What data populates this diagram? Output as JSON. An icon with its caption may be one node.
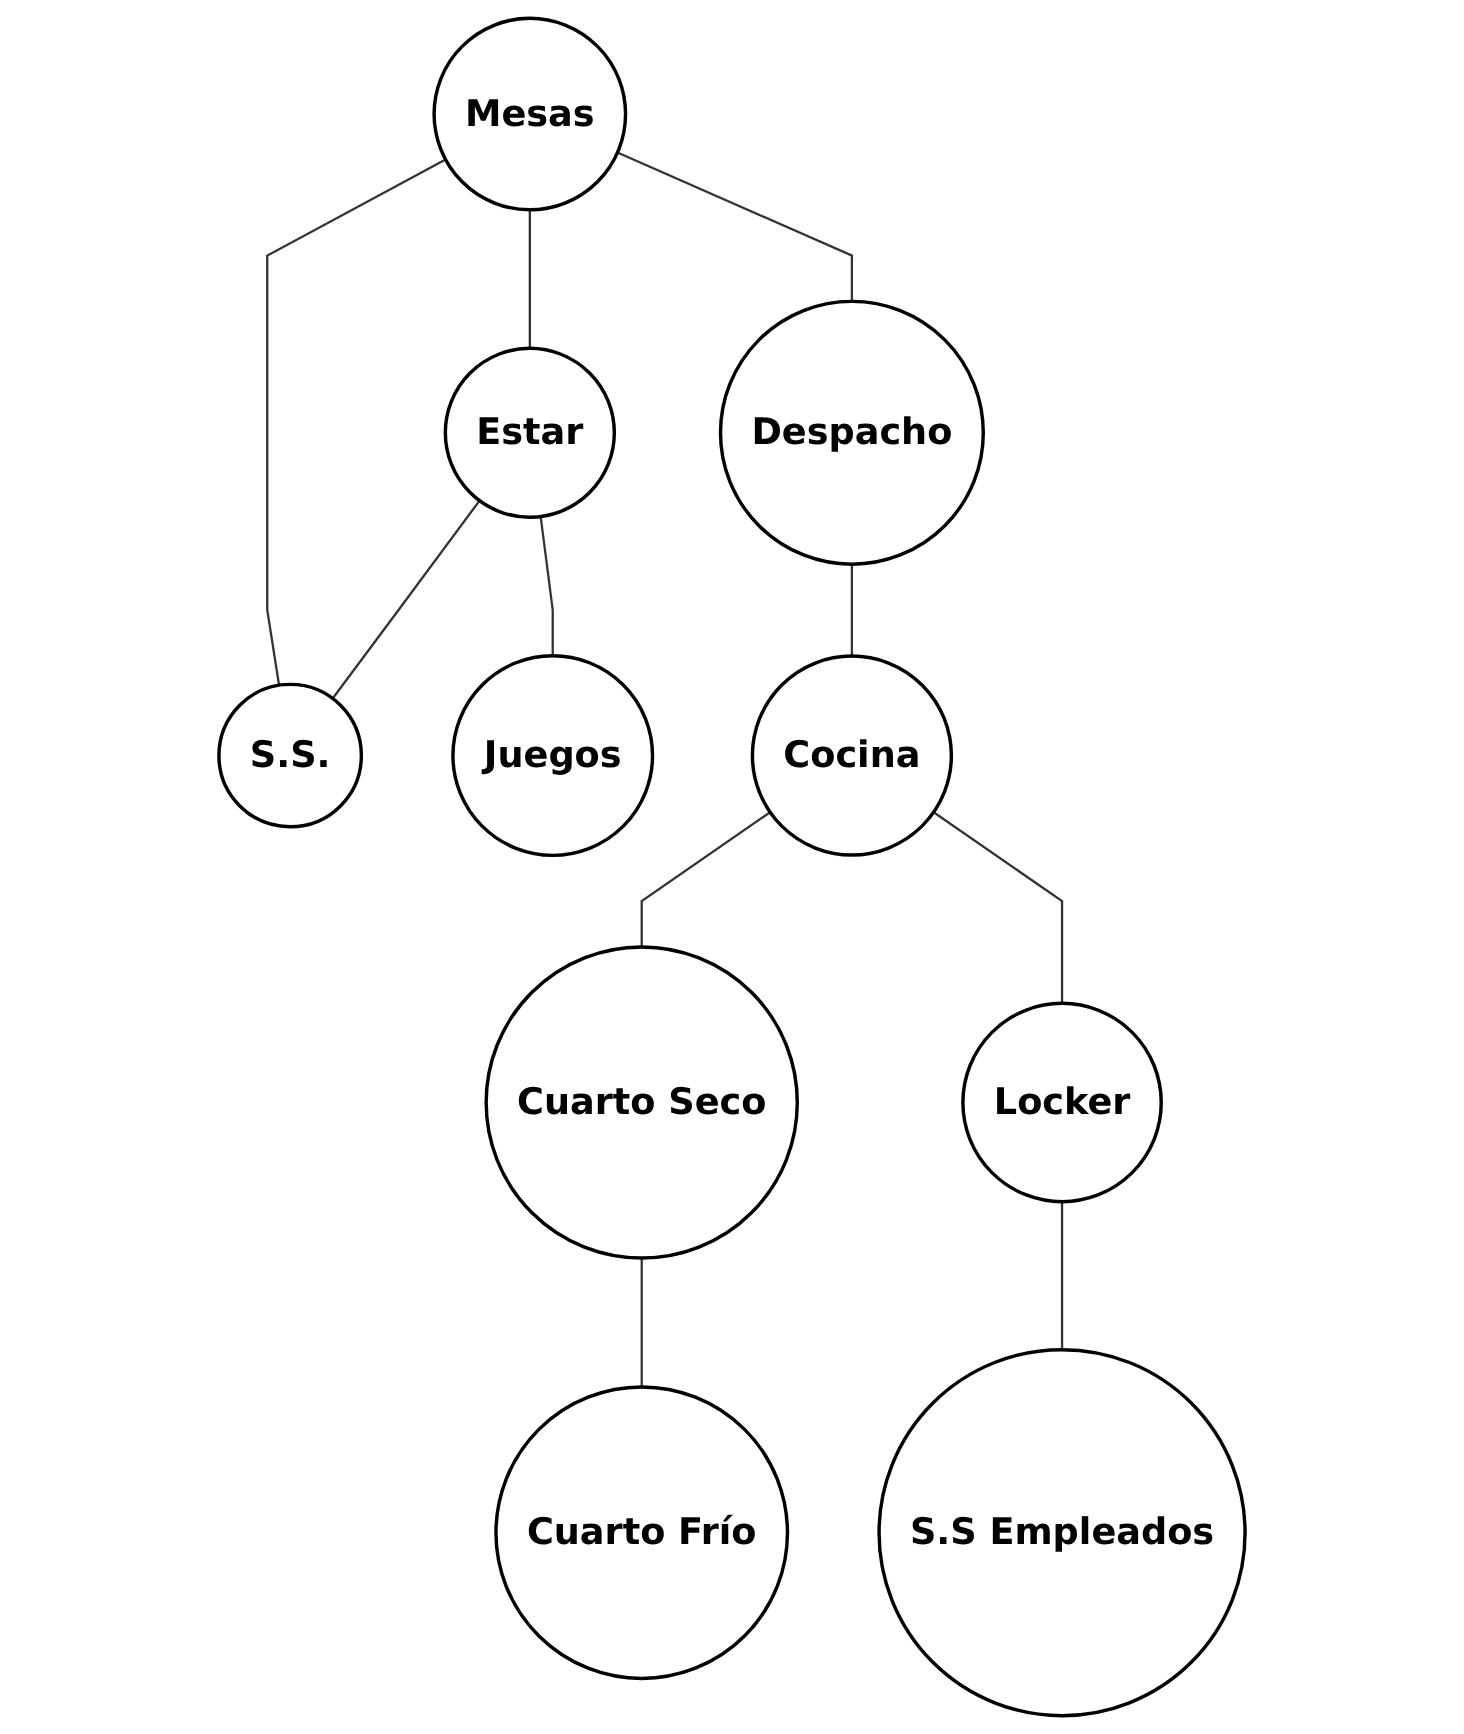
{
  "diagram": {
    "nodes": [
      {
        "text": [
          "Mesas"
        ]
      },
      {
        "text": [
          "Estar"
        ]
      },
      {
        "text": [
          "Despacho"
        ]
      },
      {
        "text": [
          "S.S."
        ]
      },
      {
        "text": [
          "Juegos"
        ]
      },
      {
        "text": [
          "Cocina"
        ]
      },
      {
        "text": [
          "Cuarto Seco"
        ]
      },
      {
        "text": [
          "Cuarto Frío"
        ]
      },
      {
        "text": [
          "Locker"
        ]
      },
      {
        "text": [
          "S.S Empleados"
        ]
      }
    ],
    "edges": [
      {
        "from": 0,
        "to": 1,
        "arrow": "none"
      },
      {
        "from": 0,
        "to": 2,
        "arrow": "none"
      },
      {
        "from": 0,
        "to": 3,
        "arrow": "none"
      },
      {
        "from": 1,
        "to": 3,
        "arrow": "none"
      },
      {
        "from": 1,
        "to": 4,
        "arrow": "none"
      },
      {
        "from": 2,
        "to": 5,
        "arrow": "none"
      },
      {
        "from": 5,
        "to": 6,
        "arrow": "none"
      },
      {
        "from": 6,
        "to": 7,
        "arrow": "none"
      },
      {
        "from": 5,
        "to": 8,
        "arrow": "none"
      },
      {
        "from": 8,
        "to": 9,
        "arrow": "none"
      }
    ]
  }
}
